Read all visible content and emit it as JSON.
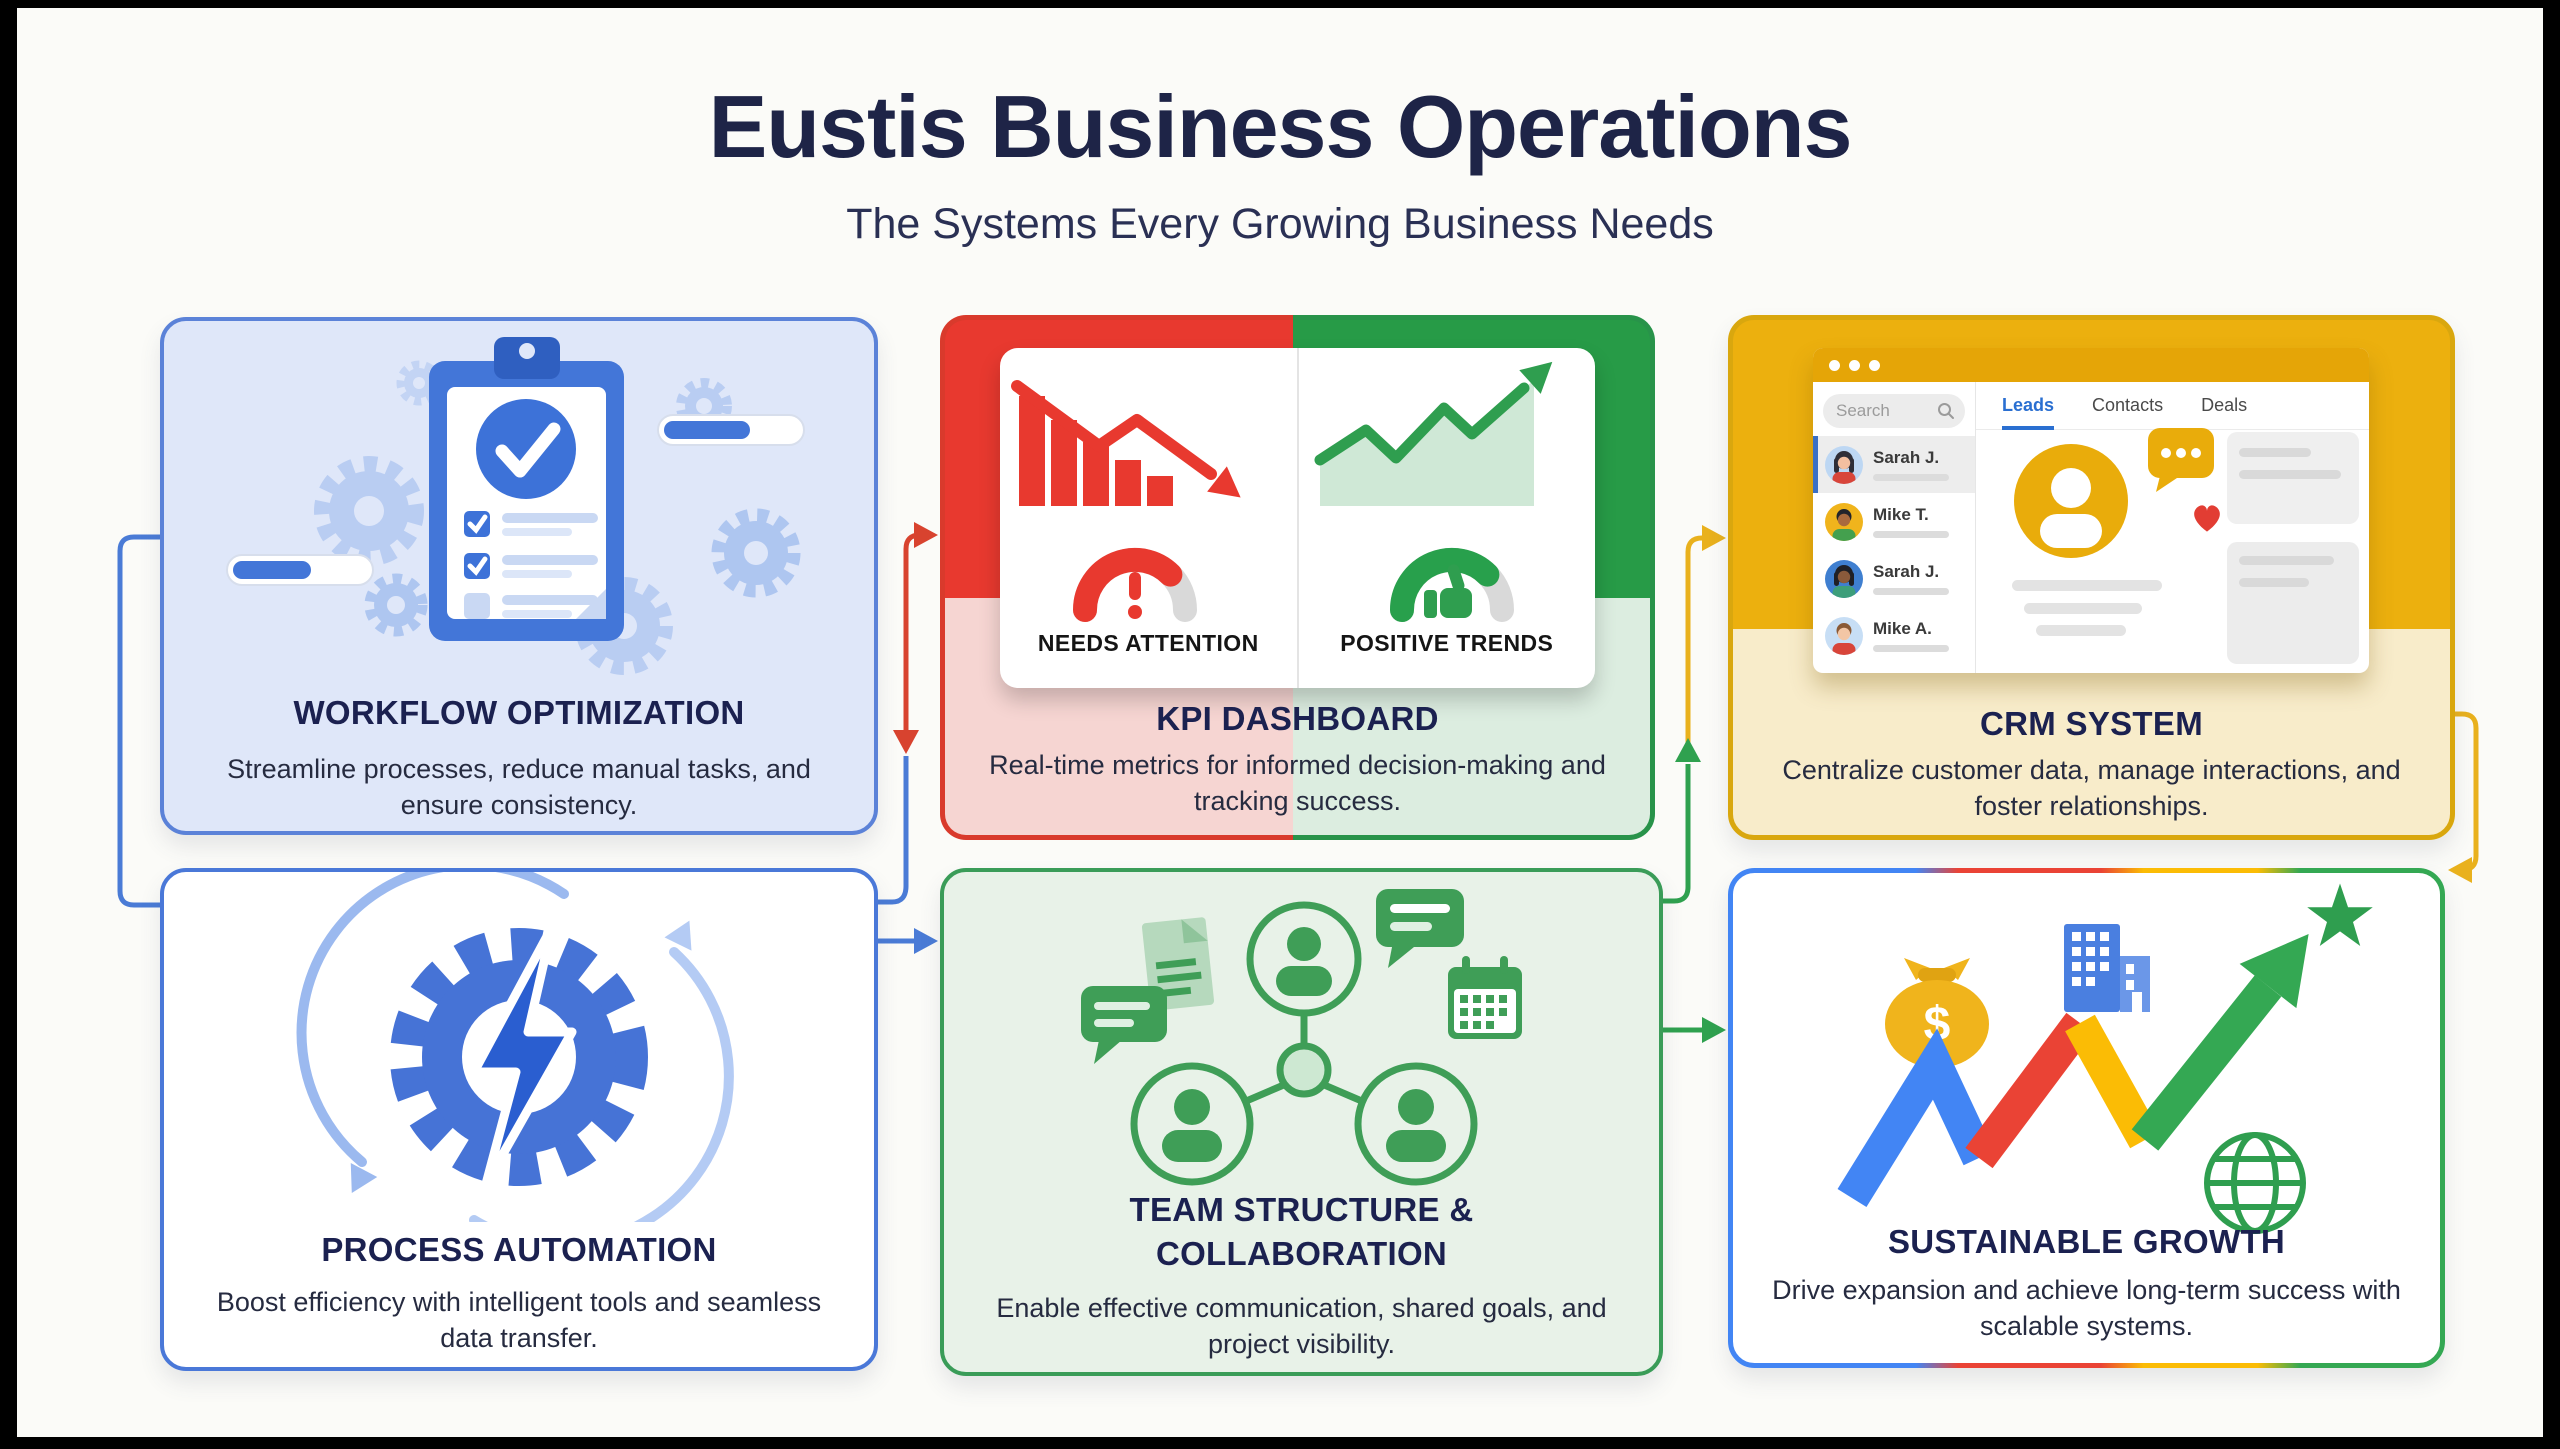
{
  "header": {
    "title": "Eustis Business Operations",
    "subtitle": "The Systems Every Growing Business Needs"
  },
  "cards": [
    {
      "key": "workflow",
      "title": "WORKFLOW OPTIMIZATION",
      "description": "Streamline processes, reduce manual tasks, and ensure consistency.",
      "accent": "#4376d8"
    },
    {
      "key": "kpi",
      "title": "KPI DASHBOARD",
      "description": "Real-time metrics for informed decision-making and tracking success.",
      "panel_labels": {
        "negative": "NEEDS ATTENTION",
        "positive": "POSITIVE TRENDS"
      },
      "accent_negative": "#e8392f",
      "accent_positive": "#279b47"
    },
    {
      "key": "crm",
      "title": "CRM SYSTEM",
      "description": "Centralize customer data, manage interactions, and foster relationships.",
      "accent": "#ecb00e",
      "window": {
        "search_placeholder": "Search",
        "tabs": [
          {
            "label": "Leads",
            "active": true
          },
          {
            "label": "Contacts",
            "active": false
          },
          {
            "label": "Deals",
            "active": false
          }
        ],
        "contacts": [
          {
            "name": "Sarah J."
          },
          {
            "name": "Mike T."
          },
          {
            "name": "Sarah J."
          },
          {
            "name": "Mike A."
          }
        ]
      }
    },
    {
      "key": "automation",
      "title": "PROCESS AUTOMATION",
      "description": "Boost efficiency with intelligent tools and seamless data transfer.",
      "accent": "#4376d8"
    },
    {
      "key": "team",
      "title": "TEAM STRUCTURE & COLLABORATION",
      "description": "Enable effective communication, shared goals, and project visibility.",
      "accent": "#3f9e57"
    },
    {
      "key": "growth",
      "title": "SUSTAINABLE GROWTH",
      "description": "Drive expansion and achieve long-term success with scalable systems.",
      "accent_colors": [
        "#4285f4",
        "#ea4335",
        "#fbbc05",
        "#34a853"
      ]
    }
  ],
  "icons": {
    "workflow": [
      "clipboard-checklist-icon",
      "gear-icon",
      "progress-bar-icon"
    ],
    "kpi": [
      "bar-chart-down-icon",
      "line-chart-up-icon",
      "gauge-alert-icon",
      "gauge-thumbs-up-icon"
    ],
    "crm": [
      "window-dots-icon",
      "search-icon",
      "avatar-icon",
      "chat-bubble-icon",
      "heart-icon"
    ],
    "automation": [
      "gear-bolt-icon",
      "cycle-arrows-icon"
    ],
    "team": [
      "people-network-icon",
      "document-icon",
      "chat-bubble-icon",
      "calendar-icon"
    ],
    "growth": [
      "money-bag-icon",
      "building-icon",
      "growth-arrow-icon",
      "star-icon",
      "globe-icon"
    ]
  },
  "colors": {
    "canvas": "#fbfbf8",
    "frame": "#000000",
    "title": "#1e2447",
    "card_title": "#1b2150",
    "connector_blue": "#4a7bd6",
    "connector_red": "#d8432f",
    "connector_green": "#2fa14f",
    "connector_yellow": "#e9b11d"
  }
}
